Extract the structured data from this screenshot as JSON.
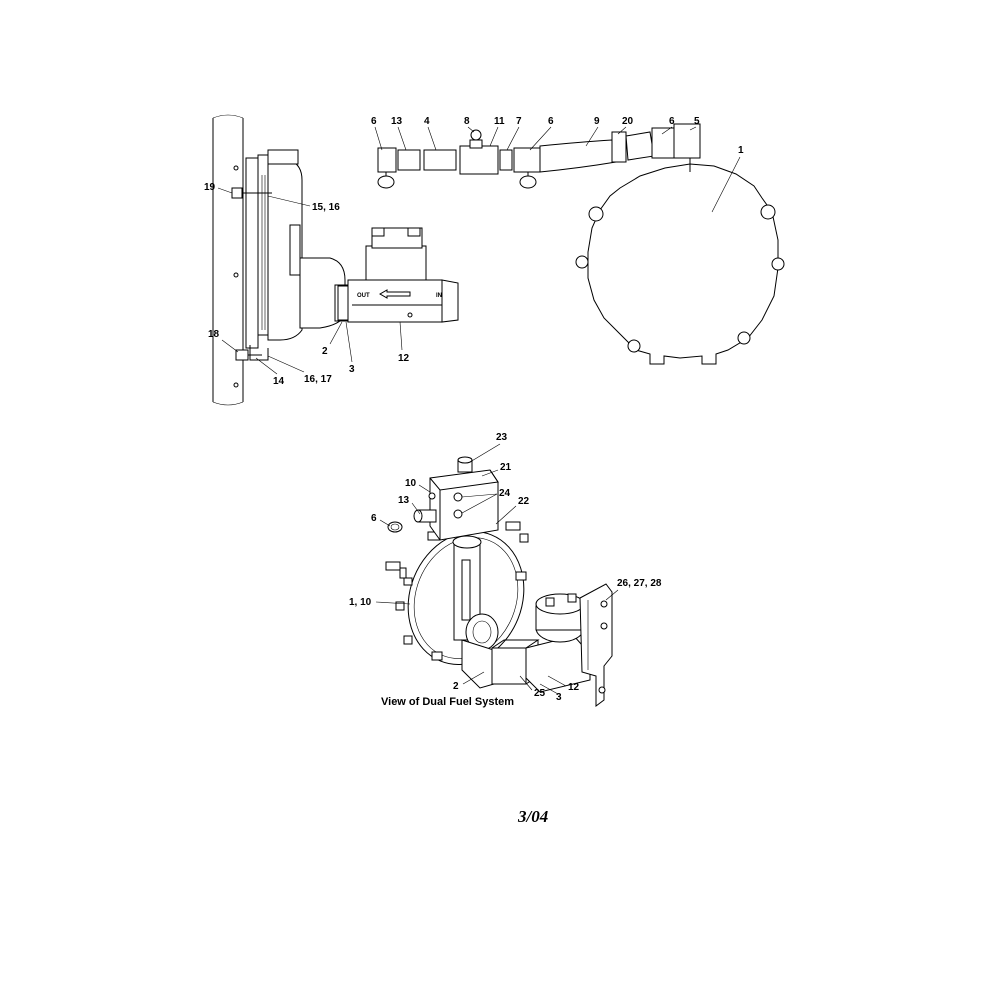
{
  "top_diagram": {
    "labels": {
      "p1": "1",
      "p2": "2",
      "p3": "3",
      "p4": "4",
      "p5": "5",
      "p6": "6",
      "p7": "7",
      "p8": "8",
      "p9": "9",
      "p11": "11",
      "p12": "12",
      "p13": "13",
      "p14": "14",
      "p15_16": "15, 16",
      "p16_17": "16, 17",
      "p18": "18",
      "p19": "19",
      "p20": "20"
    },
    "valve_out": "OUT",
    "valve_in": "IN"
  },
  "bottom_diagram": {
    "labels": {
      "p23": "23",
      "p21": "21",
      "p10": "10",
      "p24": "24",
      "p13": "13",
      "p22": "22",
      "p6": "6",
      "p26_27_28": "26, 27, 28",
      "p1_10": "1, 10",
      "p2": "2",
      "p12": "12",
      "p25": "25",
      "p3": "3"
    },
    "caption": "View of Dual Fuel System"
  },
  "footer": {
    "date": "3/04"
  }
}
